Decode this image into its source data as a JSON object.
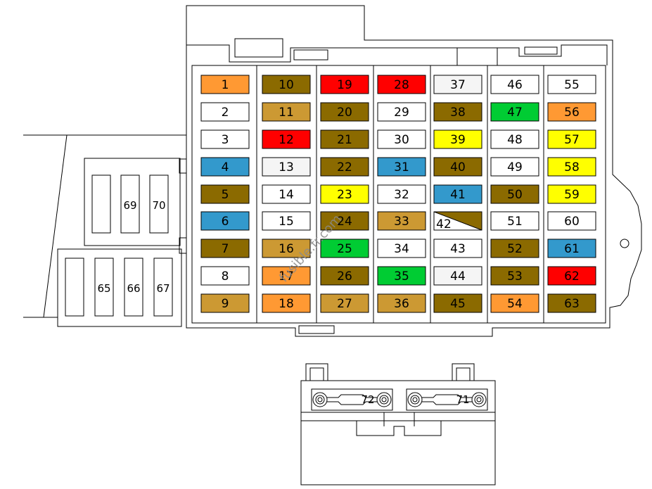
{
  "colors": {
    "orange": "#FF9933",
    "brown": "#8B6A00",
    "tan": "#CC9933",
    "red": "#FF0000",
    "yellow": "#FFFF00",
    "blue": "#3399CC",
    "green": "#00CC33",
    "white": "#FFFFFF",
    "offwhite": "#F5F5F5"
  },
  "fuses": [
    {
      "label": "1",
      "color": "orange"
    },
    {
      "label": "2",
      "color": "white"
    },
    {
      "label": "3",
      "color": "white"
    },
    {
      "label": "4",
      "color": "blue"
    },
    {
      "label": "5",
      "color": "brown"
    },
    {
      "label": "6",
      "color": "blue"
    },
    {
      "label": "7",
      "color": "brown"
    },
    {
      "label": "8",
      "color": "white"
    },
    {
      "label": "9",
      "color": "tan"
    },
    {
      "label": "10",
      "color": "brown"
    },
    {
      "label": "11",
      "color": "tan"
    },
    {
      "label": "12",
      "color": "red"
    },
    {
      "label": "13",
      "color": "offwhite"
    },
    {
      "label": "14",
      "color": "white"
    },
    {
      "label": "15",
      "color": "white"
    },
    {
      "label": "16",
      "color": "tan"
    },
    {
      "label": "17",
      "color": "orange"
    },
    {
      "label": "18",
      "color": "orange"
    },
    {
      "label": "19",
      "color": "red"
    },
    {
      "label": "20",
      "color": "brown"
    },
    {
      "label": "21",
      "color": "brown"
    },
    {
      "label": "22",
      "color": "brown"
    },
    {
      "label": "23",
      "color": "yellow"
    },
    {
      "label": "24",
      "color": "brown"
    },
    {
      "label": "25",
      "color": "green"
    },
    {
      "label": "26",
      "color": "brown"
    },
    {
      "label": "27",
      "color": "tan"
    },
    {
      "label": "28",
      "color": "red"
    },
    {
      "label": "29",
      "color": "white"
    },
    {
      "label": "30",
      "color": "white"
    },
    {
      "label": "31",
      "color": "blue"
    },
    {
      "label": "32",
      "color": "white"
    },
    {
      "label": "33",
      "color": "tan"
    },
    {
      "label": "34",
      "color": "white"
    },
    {
      "label": "35",
      "color": "green"
    },
    {
      "label": "36",
      "color": "tan"
    },
    {
      "label": "37",
      "color": "offwhite"
    },
    {
      "label": "38",
      "color": "brown"
    },
    {
      "label": "39",
      "color": "yellow"
    },
    {
      "label": "40",
      "color": "brown"
    },
    {
      "label": "41",
      "color": "blue"
    },
    {
      "label": "42",
      "color": "split"
    },
    {
      "label": "43",
      "color": "white"
    },
    {
      "label": "44",
      "color": "offwhite"
    },
    {
      "label": "45",
      "color": "brown"
    },
    {
      "label": "46",
      "color": "white"
    },
    {
      "label": "47",
      "color": "green"
    },
    {
      "label": "48",
      "color": "white"
    },
    {
      "label": "49",
      "color": "white"
    },
    {
      "label": "50",
      "color": "brown"
    },
    {
      "label": "51",
      "color": "white"
    },
    {
      "label": "52",
      "color": "brown"
    },
    {
      "label": "53",
      "color": "brown"
    },
    {
      "label": "54",
      "color": "orange"
    },
    {
      "label": "55",
      "color": "white"
    },
    {
      "label": "56",
      "color": "orange"
    },
    {
      "label": "57",
      "color": "yellow"
    },
    {
      "label": "58",
      "color": "yellow"
    },
    {
      "label": "59",
      "color": "yellow"
    },
    {
      "label": "60",
      "color": "white"
    },
    {
      "label": "61",
      "color": "blue"
    },
    {
      "label": "62",
      "color": "red"
    },
    {
      "label": "63",
      "color": "brown"
    }
  ],
  "relays": [
    {
      "label": "",
      "group": "lower"
    },
    {
      "label": "65",
      "group": "lower"
    },
    {
      "label": "66",
      "group": "lower"
    },
    {
      "label": "67",
      "group": "lower"
    },
    {
      "label": "",
      "group": "upper"
    },
    {
      "label": "69",
      "group": "upper"
    },
    {
      "label": "70",
      "group": "upper"
    }
  ],
  "battery_fuses": [
    {
      "label": "72"
    },
    {
      "label": "71"
    }
  ],
  "watermark": "fusible.fr.com"
}
